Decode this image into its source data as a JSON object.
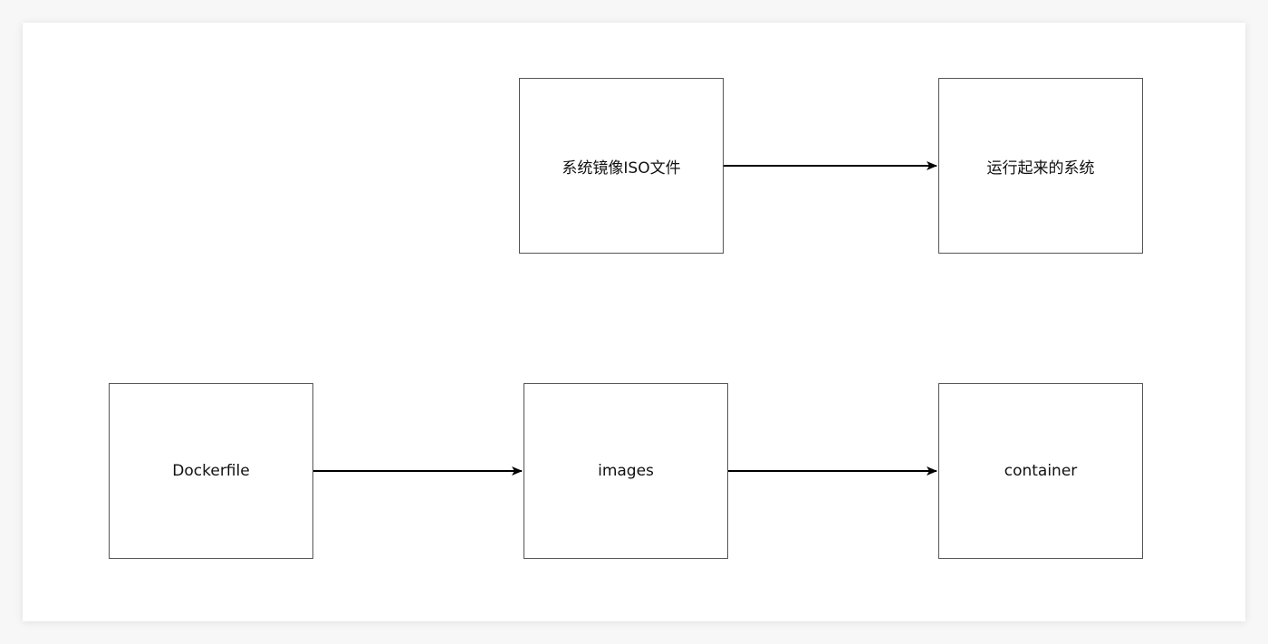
{
  "diagram": {
    "nodes": {
      "iso_image": "系统镜像ISO文件",
      "running_system": "运行起来的系统",
      "dockerfile": "Dockerfile",
      "images": "images",
      "container": "container"
    },
    "edges": [
      {
        "from": "iso_image",
        "to": "running_system"
      },
      {
        "from": "dockerfile",
        "to": "images"
      },
      {
        "from": "images",
        "to": "container"
      }
    ]
  }
}
